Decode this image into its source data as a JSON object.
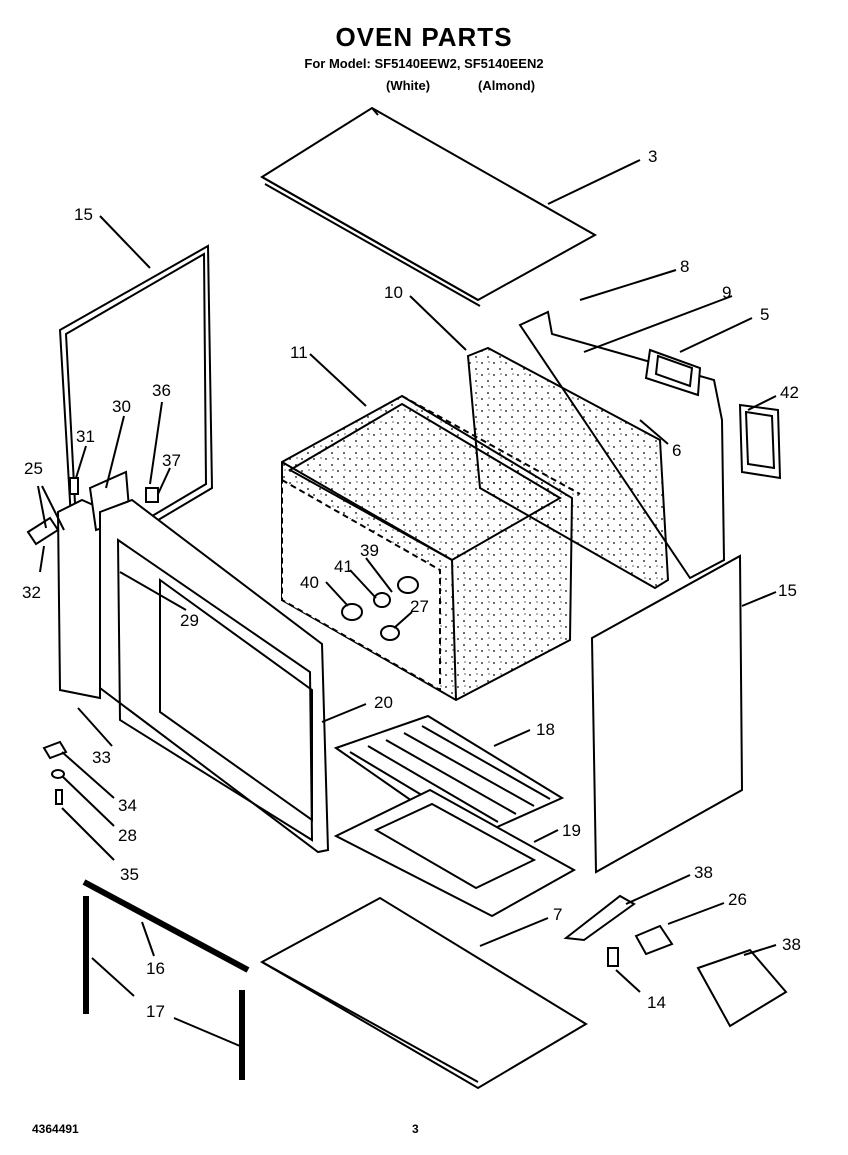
{
  "header": {
    "title": "OVEN PARTS",
    "subtitle": "For Model: SF5140EEW2, SF5140EEN2",
    "variant_white": "(White)",
    "variant_almond": "(Almond)"
  },
  "callouts": [
    "3",
    "15",
    "8",
    "9",
    "10",
    "5",
    "11",
    "42",
    "36",
    "30",
    "31",
    "37",
    "6",
    "25",
    "39",
    "41",
    "32",
    "40",
    "27",
    "29",
    "15",
    "20",
    "18",
    "33",
    "19",
    "34",
    "28",
    "35",
    "38",
    "26",
    "7",
    "16",
    "38",
    "14",
    "17"
  ],
  "footer": {
    "doc_number": "4364491",
    "page_number": "3"
  }
}
